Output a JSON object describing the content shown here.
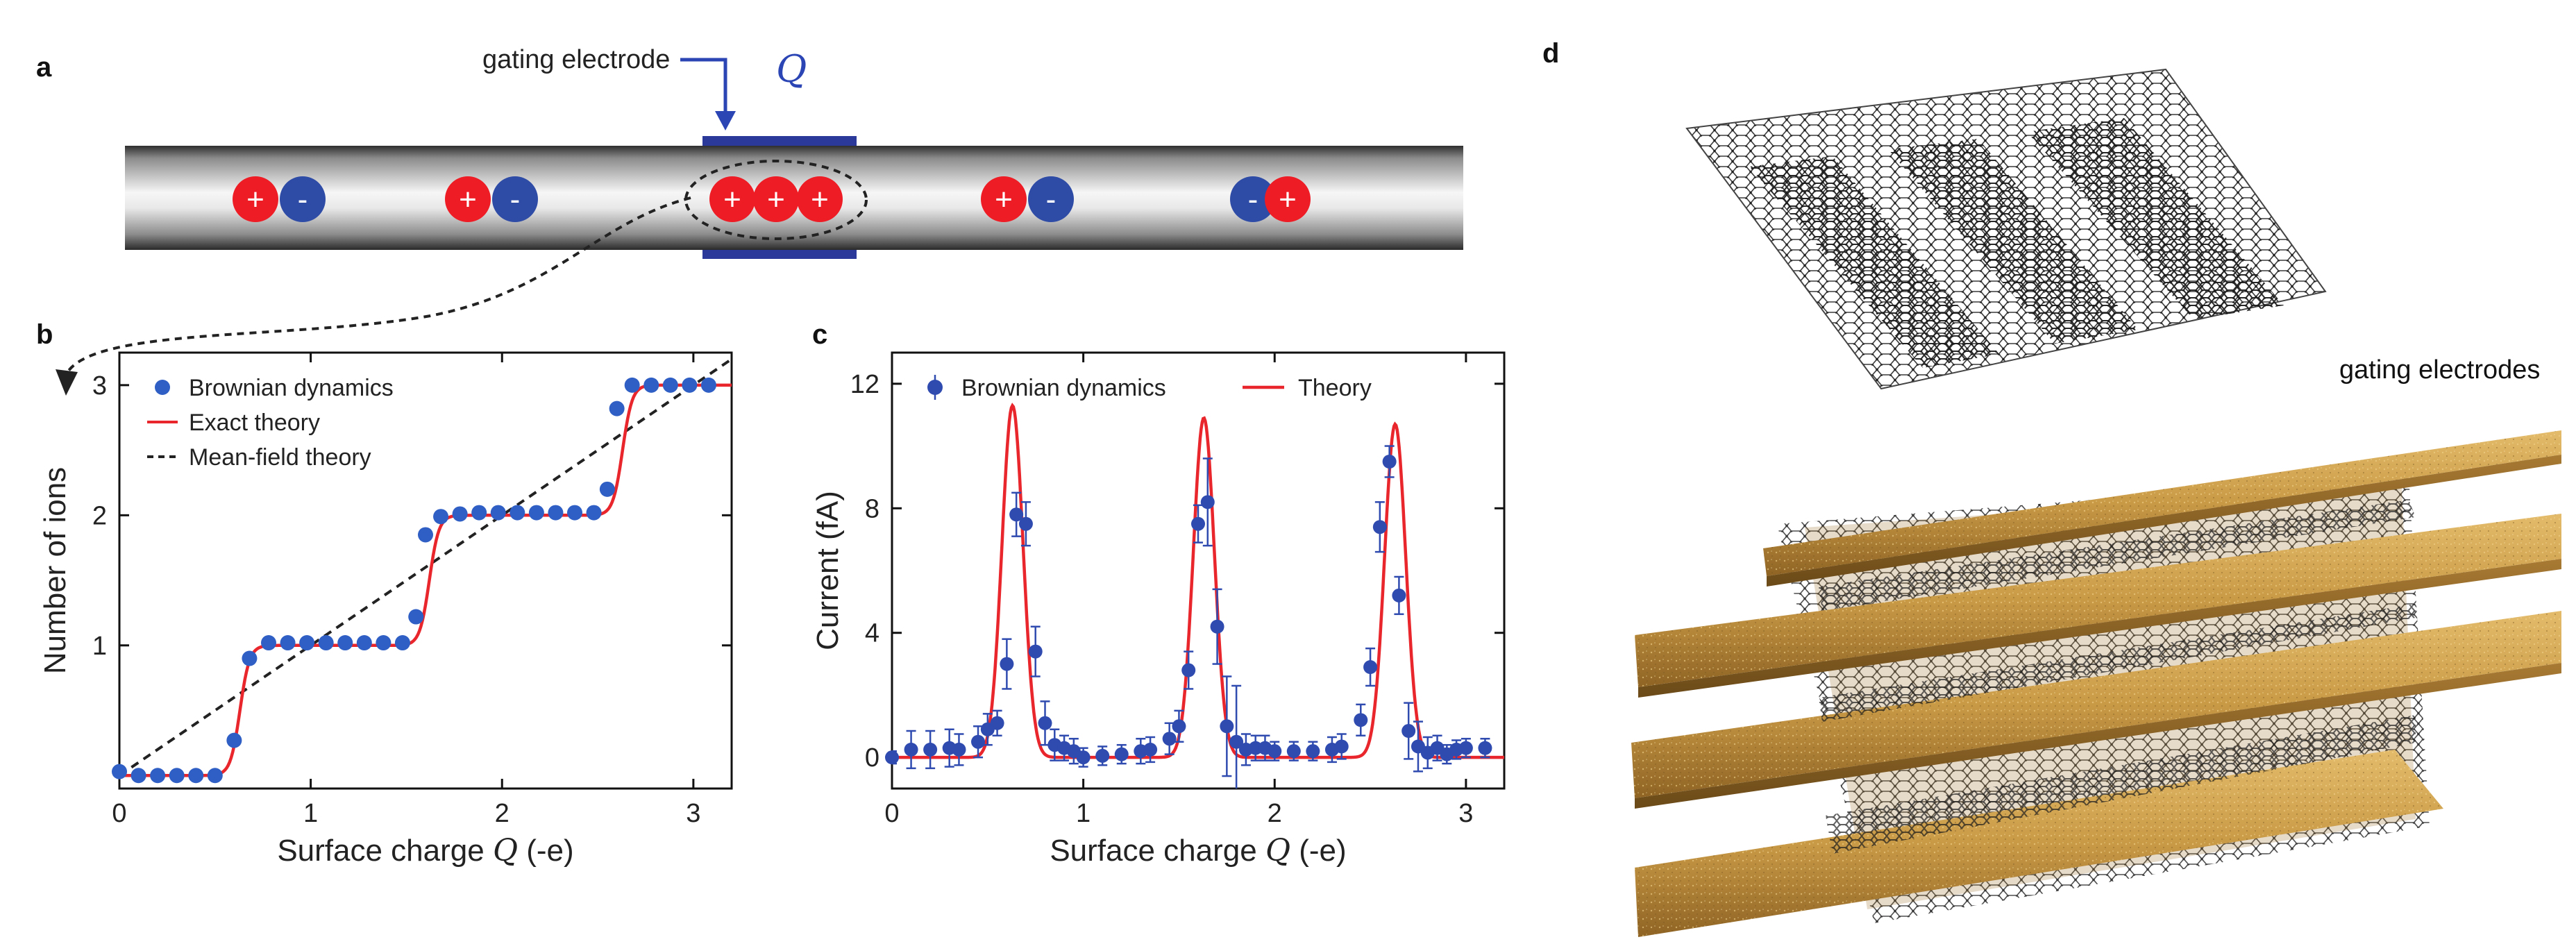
{
  "panels": {
    "a": "a",
    "b": "b",
    "c": "c",
    "d": "d"
  },
  "schematic": {
    "electrode_label": "gating electrode",
    "charge_symbol": "Q",
    "plus": "+",
    "minus": "-",
    "colors": {
      "cation": "#ee1c25",
      "anion": "#2e4ba6",
      "electrode": "#2b3a9a",
      "arrow": "#2b45b5"
    }
  },
  "illustration": {
    "label": "gating electrodes",
    "colors": {
      "lattice": "#3a3a3a",
      "gold": "#c99a46"
    }
  },
  "chart_data": [
    {
      "id": "b",
      "type": "line",
      "xlabel": "Surface charge Q (-e)",
      "ylabel": "Number of ions",
      "xlim": [
        0,
        3.2
      ],
      "ylim": [
        -0.1,
        3.25
      ],
      "xticks": [
        0,
        1,
        2,
        3
      ],
      "yticks": [
        1,
        2,
        3
      ],
      "grid": false,
      "legend": "top-left",
      "series": [
        {
          "name": "Brownian dynamics",
          "kind": "scatter",
          "color": "#2f5fc4",
          "x": [
            0.0,
            0.1,
            0.2,
            0.3,
            0.4,
            0.5,
            0.6,
            0.68,
            0.78,
            0.88,
            0.98,
            1.08,
            1.18,
            1.28,
            1.38,
            1.48,
            1.55,
            1.6,
            1.68,
            1.78,
            1.88,
            1.98,
            2.08,
            2.18,
            2.28,
            2.38,
            2.48,
            2.55,
            2.6,
            2.68,
            2.78,
            2.88,
            2.98,
            3.08
          ],
          "y": [
            0.03,
            0.0,
            0.0,
            0.0,
            0.0,
            0.0,
            0.27,
            0.9,
            1.02,
            1.02,
            1.02,
            1.02,
            1.02,
            1.02,
            1.02,
            1.02,
            1.22,
            1.85,
            1.99,
            2.01,
            2.02,
            2.02,
            2.02,
            2.02,
            2.02,
            2.02,
            2.02,
            2.2,
            2.82,
            3.0,
            3.0,
            3.0,
            3.0,
            3.0
          ]
        },
        {
          "name": "Exact theory",
          "kind": "line",
          "color": "#e8262c",
          "steps": [
            0.63,
            1.62,
            2.63
          ],
          "width": 0.025
        },
        {
          "name": "Mean-field theory",
          "kind": "dashed",
          "color": "#222222",
          "x": [
            0,
            3.2
          ],
          "y": [
            0,
            3.2
          ]
        }
      ]
    },
    {
      "id": "c",
      "type": "line",
      "xlabel": "Surface charge Q (-e)",
      "ylabel": "Current (fA)",
      "xlim": [
        0,
        3.2
      ],
      "ylim": [
        -1,
        13
      ],
      "xticks": [
        0,
        1,
        2,
        3
      ],
      "yticks": [
        0,
        4,
        8,
        12
      ],
      "grid": false,
      "legend": "top",
      "series": [
        {
          "name": "Brownian dynamics",
          "kind": "errorbar",
          "color": "#2f4bb0",
          "x": [
            0.0,
            0.1,
            0.2,
            0.3,
            0.35,
            0.45,
            0.5,
            0.55,
            0.6,
            0.65,
            0.7,
            0.75,
            0.8,
            0.85,
            0.9,
            0.95,
            1.0,
            1.1,
            1.2,
            1.3,
            1.35,
            1.45,
            1.5,
            1.55,
            1.6,
            1.65,
            1.7,
            1.75,
            1.8,
            1.85,
            1.9,
            1.95,
            2.0,
            2.1,
            2.2,
            2.3,
            2.35,
            2.45,
            2.5,
            2.55,
            2.6,
            2.65,
            2.7,
            2.75,
            2.8,
            2.85,
            2.9,
            2.95,
            3.0,
            3.1
          ],
          "y": [
            0.0,
            0.25,
            0.25,
            0.3,
            0.25,
            0.5,
            0.9,
            1.1,
            3.0,
            7.8,
            7.5,
            3.4,
            1.1,
            0.4,
            0.3,
            0.2,
            0.0,
            0.05,
            0.1,
            0.2,
            0.25,
            0.6,
            1.0,
            2.8,
            7.5,
            8.2,
            4.2,
            1.0,
            0.5,
            0.25,
            0.3,
            0.3,
            0.2,
            0.2,
            0.2,
            0.25,
            0.35,
            1.2,
            2.9,
            7.4,
            9.5,
            5.2,
            0.85,
            0.35,
            0.15,
            0.3,
            0.1,
            0.25,
            0.3,
            0.3
          ],
          "err": [
            0.2,
            0.6,
            0.6,
            0.6,
            0.5,
            0.5,
            0.5,
            0.4,
            0.8,
            0.7,
            0.7,
            0.8,
            0.7,
            0.5,
            0.4,
            0.4,
            0.3,
            0.3,
            0.3,
            0.4,
            0.4,
            0.5,
            0.5,
            0.6,
            0.6,
            1.4,
            1.2,
            1.6,
            1.8,
            0.5,
            0.4,
            0.4,
            0.3,
            0.3,
            0.3,
            0.4,
            0.4,
            0.5,
            0.6,
            0.8,
            0.5,
            0.6,
            0.9,
            0.8,
            0.5,
            0.4,
            0.3,
            0.3,
            0.3,
            0.3
          ]
        },
        {
          "name": "Theory",
          "kind": "line",
          "color": "#e8262c",
          "peaks": [
            {
              "x": 0.63,
              "height": 11.3
            },
            {
              "x": 1.63,
              "height": 10.9
            },
            {
              "x": 2.63,
              "height": 10.7
            }
          ],
          "width": 0.055
        }
      ]
    }
  ]
}
